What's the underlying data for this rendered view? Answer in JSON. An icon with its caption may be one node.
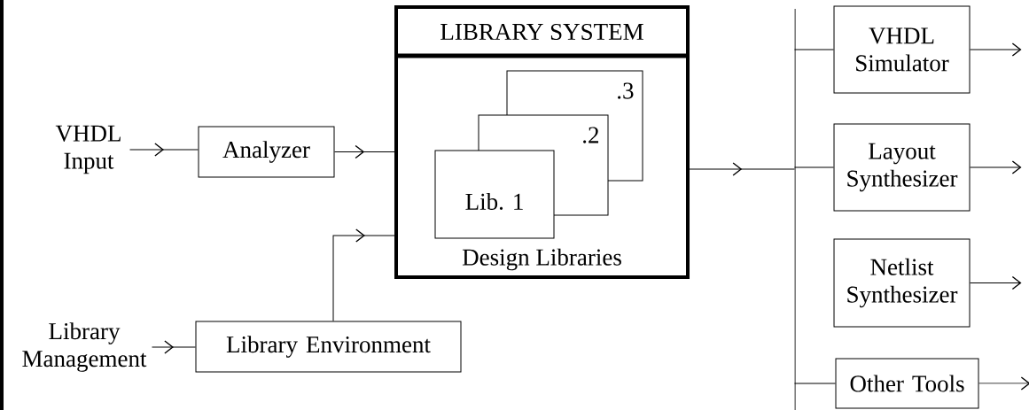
{
  "diagram": {
    "nodes": [
      {
        "text": [
          "VHDL Input"
        ]
      },
      {
        "text": [
          "Analyzer"
        ]
      },
      {
        "text": [
          "Library Management"
        ]
      },
      {
        "text": [
          "Library Environment"
        ]
      },
      {
        "text": [
          "LIBRARY SYSTEM",
          "Design Libraries"
        ]
      },
      {
        "text": [
          ".3"
        ],
        "in": 4
      },
      {
        "text": [
          ".2"
        ],
        "in": 4
      },
      {
        "text": [
          "Lib. 1"
        ],
        "in": 4
      },
      {
        "text": [],
        "shape": "bar"
      },
      {
        "text": [
          "VHDL Simulator"
        ]
      },
      {
        "text": [
          "Layout Synthesizer"
        ]
      },
      {
        "text": [
          "Netlist Synthesizer"
        ]
      },
      {
        "text": [
          "Other Tools"
        ]
      }
    ],
    "edges": [
      {
        "from": 0,
        "to": 1,
        "arrow": "to"
      },
      {
        "from": 1,
        "to": 4,
        "arrow": "to"
      },
      {
        "from": 2,
        "to": 3,
        "arrow": "to"
      },
      {
        "from": 3,
        "to": 4,
        "arrow": "to"
      },
      {
        "from": 4,
        "to": 8,
        "arrow": "to"
      },
      {
        "from": 8,
        "to": 9,
        "arrow": "none"
      },
      {
        "from": 8,
        "to": 10,
        "arrow": "none"
      },
      {
        "from": 8,
        "to": 12,
        "arrow": "none"
      },
      {
        "from": 9,
        "to": null,
        "arrow": "to"
      },
      {
        "from": 10,
        "to": null,
        "arrow": "to"
      },
      {
        "from": 11,
        "to": null,
        "arrow": "to"
      },
      {
        "from": 12,
        "to": null,
        "arrow": "to"
      }
    ]
  }
}
